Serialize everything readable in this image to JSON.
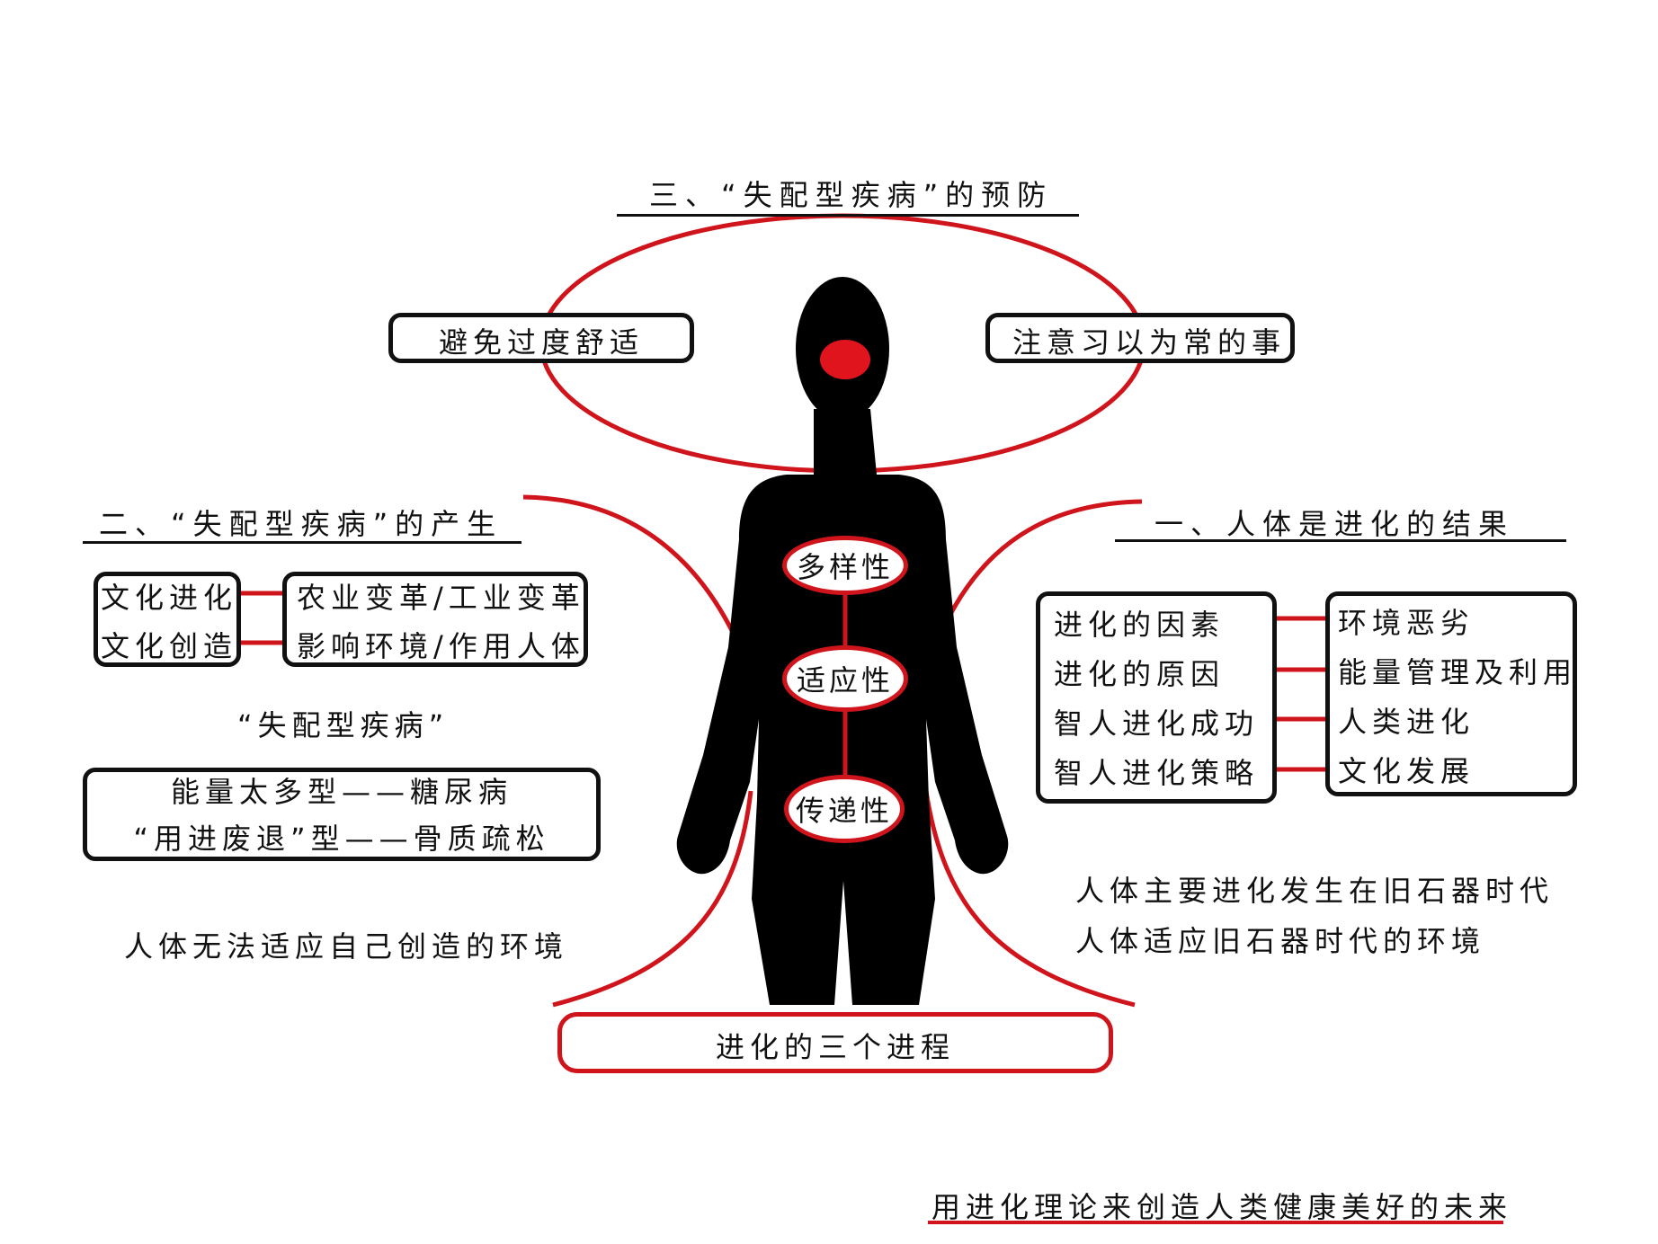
{
  "colors": {
    "accent": "#d0141c",
    "figure": "#000000",
    "text": "#111111"
  },
  "section3": {
    "heading": "三、“失配型疾病”的预防",
    "left_box": "避免过度舒适",
    "right_box": "注意习以为常的事"
  },
  "section2": {
    "heading": "二、“失配型疾病”的产生",
    "left_box": [
      "文化进化",
      "文化创造"
    ],
    "right_box": [
      "农业变革/工业变革",
      "影响环境/作用人体"
    ],
    "subheading": "“失配型疾病”",
    "types_box": [
      "能量太多型——糖尿病",
      "“用进废退”型——骨质疏松"
    ],
    "conclusion": "人体无法适应自己创造的环境"
  },
  "section1": {
    "heading": "一、人体是进化的结果",
    "left_box": [
      "进化的因素",
      "进化的原因",
      "智人进化成功",
      "智人进化策略"
    ],
    "right_box": [
      "环境恶劣",
      "能量管理及利用",
      "人类进化",
      "文化发展"
    ],
    "notes": [
      "人体主要进化发生在旧石器时代",
      "人体适应旧石器时代的环境"
    ]
  },
  "body": {
    "pills": [
      "多样性",
      "适应性",
      "传递性"
    ],
    "bottom_box": "进化的三个进程"
  },
  "footer": "用进化理论来创造人类健康美好的未来"
}
